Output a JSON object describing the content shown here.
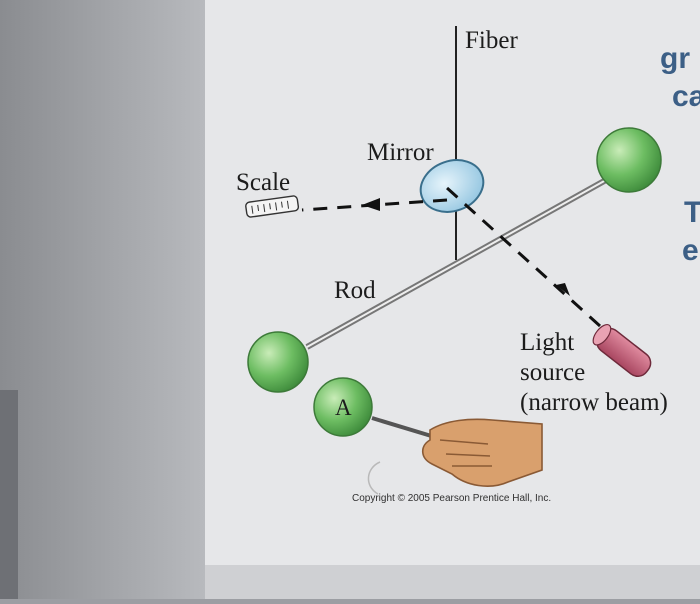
{
  "diagram": {
    "labels": {
      "fiber": "Fiber",
      "mirror": "Mirror",
      "scale": "Scale",
      "rod": "Rod",
      "light_source": [
        "Light",
        "source",
        "(narrow beam)"
      ],
      "sphere_a": "A"
    },
    "copyright": "Copyright © 2005 Pearson Prentice Hall, Inc."
  },
  "side_text": [
    "gr",
    "ca",
    "T",
    "e"
  ],
  "colors": {
    "background_paper": "#e4e5e7",
    "sphere_green": "#5fb05a",
    "light_source": "#c25d74",
    "side_text_blue": "#3c5f86",
    "mirror_blue": "#a9d3ea"
  }
}
